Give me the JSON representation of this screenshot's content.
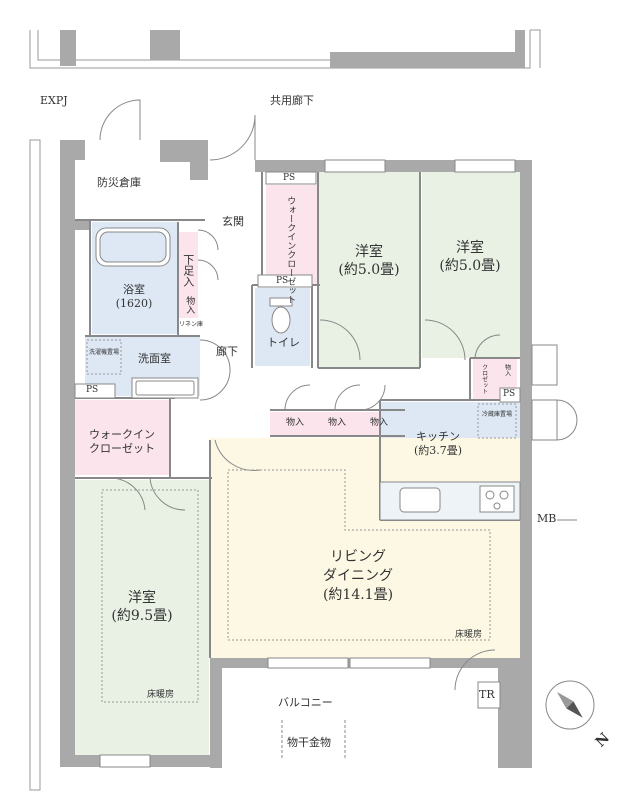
{
  "colors": {
    "wall": "#a9a9a9",
    "western_room": "#e8f1e4",
    "bath": "#dde8f4",
    "kitchen": "#dde8f4",
    "ldk": "#fcf8e4",
    "closet": "#fbe4ec",
    "floor": "#ffffff",
    "line": "#777777"
  },
  "labels": {
    "expj": "EXPJ",
    "common_corridor": "共用廊下",
    "disaster_storage": "防災倉庫",
    "entrance": "玄関",
    "shoe_storage": "下足入",
    "storage": "物入",
    "linen": "リネン庫",
    "bath_name": "浴室",
    "bath_size": "(1620)",
    "washroom": "洗面室",
    "washer_space": "洗濯機置場",
    "ps": "PS",
    "hallway": "廊下",
    "toilet": "トイレ",
    "wic": "ウォークインクローゼット",
    "wic_left_1": "ウォークイン",
    "wic_left_2": "クローゼット",
    "room_center_name": "洋室",
    "room_center_size": "(約5.0畳)",
    "room_right_name": "洋室",
    "room_right_size": "(約5.0畳)",
    "closet_small": "クロゼット",
    "fridge_space": "冷蔵庫置場",
    "kitchen_name": "キッチン",
    "kitchen_size": "(約3.7畳)",
    "mb": "MB",
    "ldk_1": "リビング",
    "ldk_2": "ダイニング",
    "ldk_size": "(約14.1畳)",
    "floor_heating": "床暖房",
    "master_name": "洋室",
    "master_size": "(約9.5畳)",
    "balcony": "バルコニー",
    "drying_rack": "物干金物",
    "tr": "TR",
    "north": "N"
  },
  "icons": [
    "bathtub-icon",
    "washbasin-icon",
    "toilet-icon",
    "sink-icon",
    "stove-icon",
    "compass-icon"
  ]
}
